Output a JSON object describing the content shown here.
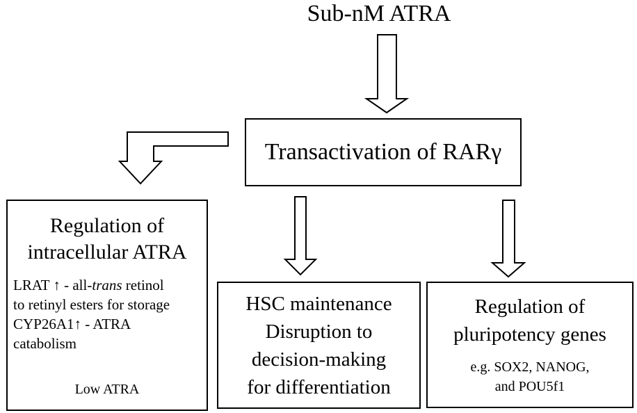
{
  "source": {
    "label": "Sub-nM ATRA"
  },
  "main": {
    "label": "Transactivation  of RARγ"
  },
  "left": {
    "title_line1": "Regulation of",
    "title_line2": "intracellular ATRA",
    "detail1_pre": "LRAT ↑ - all-",
    "detail1_italic": "trans",
    "detail1_post": " retinol",
    "detail2": "to retinyl esters for storage",
    "detail3": "CYP26A1↑ - ATRA",
    "detail4": "catabolism",
    "result": "Low ATRA"
  },
  "middle": {
    "line1": "HSC maintenance",
    "line2": "Disruption to",
    "line3": "decision-making",
    "line4": "for differentiation"
  },
  "right": {
    "title_line1": "Regulation of",
    "title_line2": "pluripotency genes",
    "example_line1": "e.g. SOX2, NANOG,",
    "example_line2": "and POU5f1"
  },
  "colors": {
    "stroke": "#000000",
    "background": "#ffffff"
  }
}
